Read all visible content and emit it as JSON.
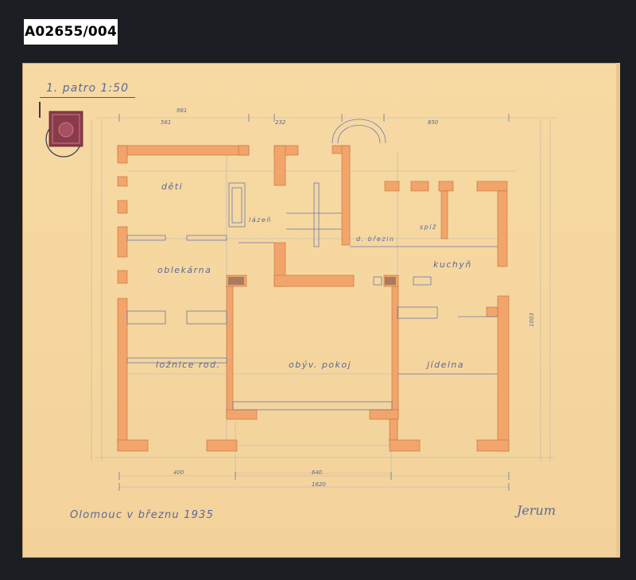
{
  "archive": {
    "code": "A02655/004"
  },
  "drawing": {
    "title": "1. patro 1:50",
    "place_date": "Olomouc v březnu 1935",
    "signature": "Jerum",
    "rooms": {
      "deti": "děti",
      "oblekarna": "oblekárna",
      "lazen": "lázeň",
      "loznice": "ložnice rod.",
      "obyv_pokoj": "obýv. pokoj",
      "jidelna": "jídelna",
      "kuchyn": "kuchyň",
      "spiz": "spíž",
      "brezin": "d. březin"
    },
    "dimensions": {
      "top_left": "981",
      "top_mid1": "561",
      "top_mid2": "232",
      "top_right": "850",
      "bottom_total": "1620",
      "bottom_mid": "640",
      "bottom_left": "400",
      "right_side": "1003"
    },
    "colors": {
      "paper": "#f6d7a0",
      "wall": "#f2a56b",
      "ink": "#5a6a9a"
    }
  }
}
